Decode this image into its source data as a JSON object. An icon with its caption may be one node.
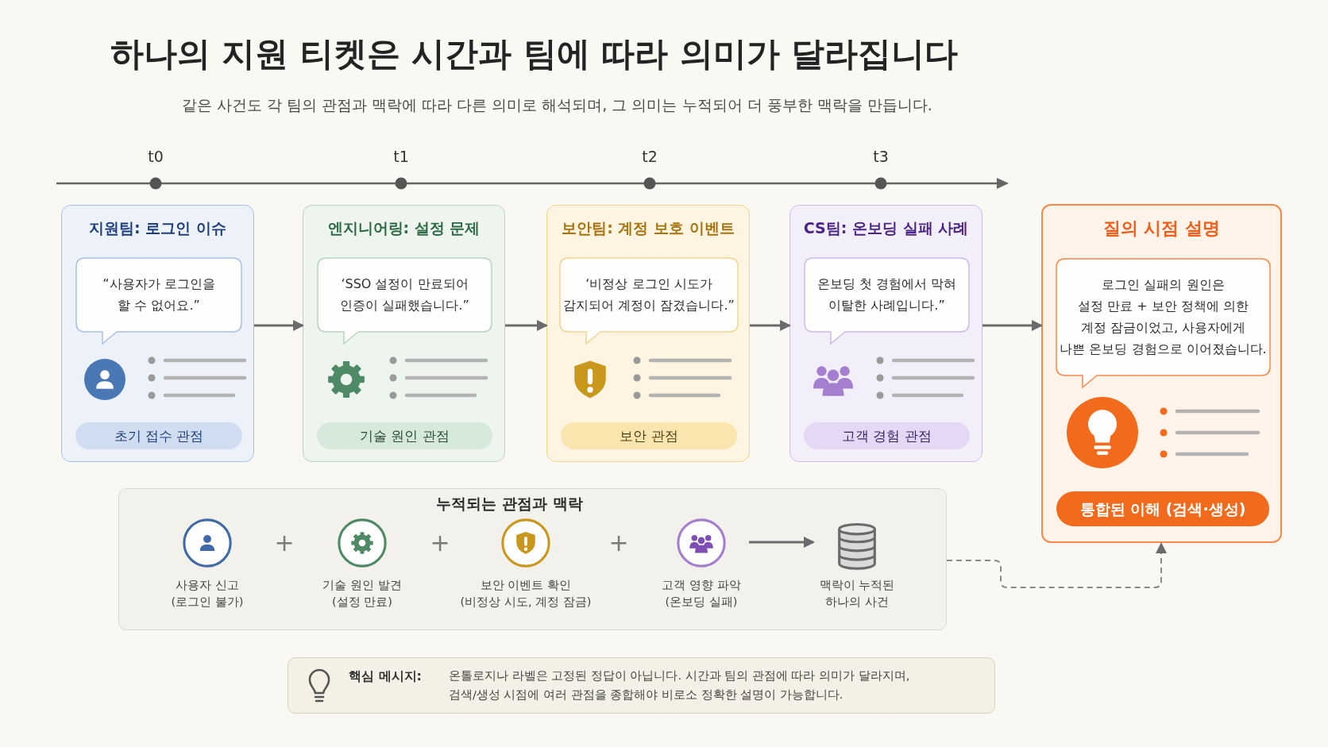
{
  "diagram": {
    "title": "하나의 지원 티켓은 시간과 팀에 따라 의미가 달라집니다",
    "caption": "같은 사건도 각 팀의 관점과 맥락에 따라 다른 의미로 해석되며, 그 의미는 누적되어 더 풍부한 맥락을 만듭니다.",
    "nodes": [
      {
        "text": [
          "지원팀: 로그인 이슈"
        ]
      },
      {
        "text": [
          "“사용자가 로그인을 할 수 없어요.”"
        ],
        "in": 0
      },
      {
        "text": [
          "초기 접수 관점"
        ],
        "in": 0
      },
      {
        "text": [
          "엔지니어링: 설정 문제"
        ]
      },
      {
        "text": [
          "‘SSO 설정이 만료되어 인증이 실패했습니다.”"
        ],
        "in": 3
      },
      {
        "text": [
          "기술 원인 관점"
        ],
        "in": 3
      },
      {
        "text": [
          "보안팀: 계정 보호 이벤트"
        ]
      },
      {
        "text": [
          "‘비정상 로그인 시도가 감지되어 계정이 잠겼습니다.”"
        ],
        "in": 6
      },
      {
        "text": [
          "보안 관점"
        ],
        "in": 6
      },
      {
        "text": [
          "CS팀: 온보딩 실패 사례"
        ]
      },
      {
        "text": [
          "온보딩 첫 경험에서 막혀 이탈한 사례입니다.”"
        ],
        "in": 9
      },
      {
        "text": [
          "고객 경험 관점"
        ],
        "in": 9
      },
      {
        "text": [
          "질의 시점 설명"
        ]
      },
      {
        "text": [
          "로그인 실패의 원인은 설정 만료 + 보안 정책에 의한 계정 잠금이었고, 사용자에게 나쁜 온보딩 경험으로 이어졌습니다."
        ],
        "in": 12
      },
      {
        "text": [
          "통합된 이해 (검색·생성)"
        ],
        "in": 12
      },
      {
        "text": [
          "누적되는 관점과 맥락"
        ]
      },
      {
        "text": [
          "사용자 신고 (로그인 불가)"
        ],
        "in": 15
      },
      {
        "text": [
          "기술 원인 발견 (설정 만료)"
        ],
        "in": 15
      },
      {
        "text": [
          "보안 이벤트 확인 (비정상 시도, 계정 잠금)"
        ],
        "in": 15
      },
      {
        "text": [
          "고객 영향 파악 (온보딩 실패)"
        ],
        "in": 15
      },
      {
        "text": [
          "맥락이 누적된 하나의 사건"
        ],
        "in": 15
      },
      {
        "text": [
          "핵심 메시지:",
          "온톨로지나 라벨은 고정된 정답이 아닙니다. 시간과 팀의 관점에 따라 의미가 달라지며, 검색/생성 시점에 여러 관점을 종합해야 비로소 정확한 설명이 가능합니다."
        ]
      }
    ],
    "edges": [
      {
        "from": 0,
        "to": 3,
        "arrow": "to"
      },
      {
        "from": 3,
        "to": 6,
        "arrow": "to"
      },
      {
        "from": 6,
        "to": 9,
        "arrow": "to"
      },
      {
        "from": 9,
        "to": 12,
        "arrow": "to"
      },
      {
        "from": 19,
        "to": 20,
        "arrow": "to"
      },
      {
        "from": 15,
        "to": 12,
        "arrow": "to",
        "style": "dashed"
      }
    ],
    "labels": [
      "t0",
      "t1",
      "t2",
      "t3",
      "+",
      "+",
      "+"
    ]
  }
}
